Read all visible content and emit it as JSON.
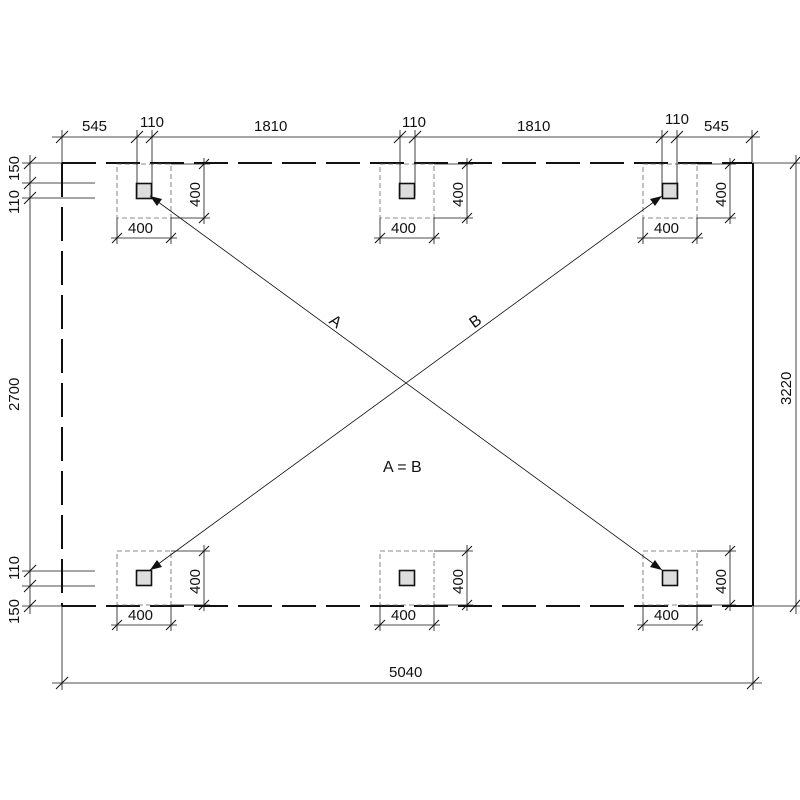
{
  "dimensions": {
    "top_left_offset": "545",
    "top_post_1": "110",
    "top_span_1": "1810",
    "top_post_2": "110",
    "top_span_2": "1810",
    "top_post_3": "110",
    "top_right_offset": "545",
    "left_top_offset": "150",
    "left_top_post": "110",
    "left_span": "2700",
    "left_bottom_post": "110",
    "left_bottom_offset": "150",
    "right_total": "3220",
    "bottom_total": "5040",
    "footing_size": "400"
  },
  "diagonals": {
    "a_label": "A",
    "b_label": "B",
    "equality": "A = B"
  }
}
